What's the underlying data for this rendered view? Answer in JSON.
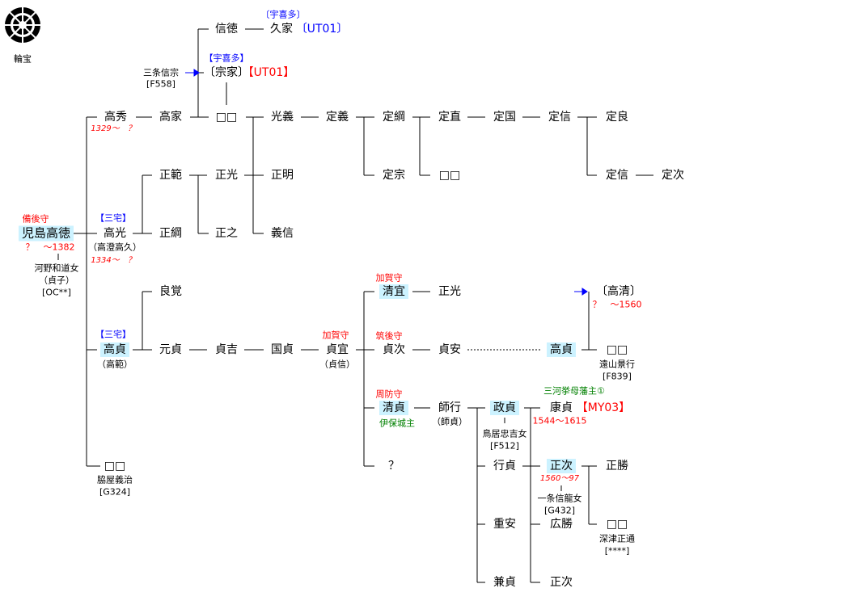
{
  "crest": {
    "name": "wheel-crest-icon",
    "label": "輪宝"
  },
  "root": {
    "office": "備後守",
    "name": "児島高徳",
    "dates": "？　～1382",
    "spouse": "河野和道女",
    "spouse_alt": "（貞子）",
    "code": "[OC**]"
  },
  "branch1": {
    "takahide": "高秀",
    "takahide_dates": "1329～　？",
    "takaie": "高家",
    "unknown": "□□",
    "nobunori": "信徳",
    "hisaie_note": "〔宇喜多〕",
    "hisaie": "久家",
    "hisaie_code": "〔UT01〕",
    "sanjo": "三条信宗",
    "sanjo_code": "[F558]",
    "muneie_note": "【宇喜多】",
    "muneie": "〔宗家〕",
    "muneie_code": "【UT01】",
    "mitsuyoshi": "光義",
    "sadayoshi": "定義",
    "sadatsuna": "定綱",
    "sadanao": "定直",
    "sadakuni": "定国",
    "sadanobu": "定信",
    "sadayoshi2": "定良",
    "sadamune": "定宗",
    "unknown2": "□□",
    "sadanobu2": "定信",
    "sadatsugu": "定次"
  },
  "branch2": {
    "note": "【三宅】",
    "name": "高光",
    "alt": "（高澄高久）",
    "dates": "1334～　？",
    "masanori": "正範",
    "masamitsu": "正光",
    "masaaki": "正明",
    "masatsuna": "正綱",
    "masayuki": "正之",
    "yoshinobu": "義信"
  },
  "branch3": {
    "note": "【三宅】",
    "name": "高貞",
    "alt": "（高範）",
    "ryokaku": "良覚",
    "motosada": "元貞",
    "sadayoshi": "貞吉",
    "kunisada": "国貞",
    "sadanobu_office": "加賀守",
    "sadanobu": "貞宜",
    "sadanobu_alt": "（貞信）",
    "kiyonobu_office": "加賀守",
    "kiyonobu": "清宜",
    "masamitsu": "正光",
    "sadatsugu_office": "筑後守",
    "sadatsugu": "貞次",
    "sadayasu": "貞安",
    "takasada": "高貞",
    "takakiyo": "〔高清〕",
    "takakiyo_dates": "？　～1560",
    "unknown": "□□",
    "toyama": "遠山景行",
    "toyama_code": "[F839]",
    "kiyosada_office": "周防守",
    "kiyosada": "清貞",
    "kiyosada_castle": "伊保城主",
    "moroyuki": "師行",
    "moroyuki_alt": "（師貞）",
    "masasada": "政貞",
    "torii": "鳥居忠吉女",
    "torii_code": "[F512]",
    "domain_note": "三河挙母藩主①",
    "yasusada": "康貞",
    "yasusada_code": "【MY03】",
    "yasusada_dates": "1544～1615",
    "question": "？",
    "yukisada": "行貞",
    "masatsugu": "正次",
    "masatsugu_dates": "1560～97",
    "ichijo": "一条信龍女",
    "ichijo_code": "[G432]",
    "masakatsu": "正勝",
    "unknown2": "□□",
    "fukatsu": "深津正通",
    "fukatsu_code": "[****]",
    "shigeyasu": "重安",
    "hirokatsu": "広勝",
    "kanesada": "兼貞",
    "masatsugu2": "正次"
  },
  "branch4": {
    "name": "□□",
    "spouse": "脇屋義治",
    "code": "[G324]"
  }
}
